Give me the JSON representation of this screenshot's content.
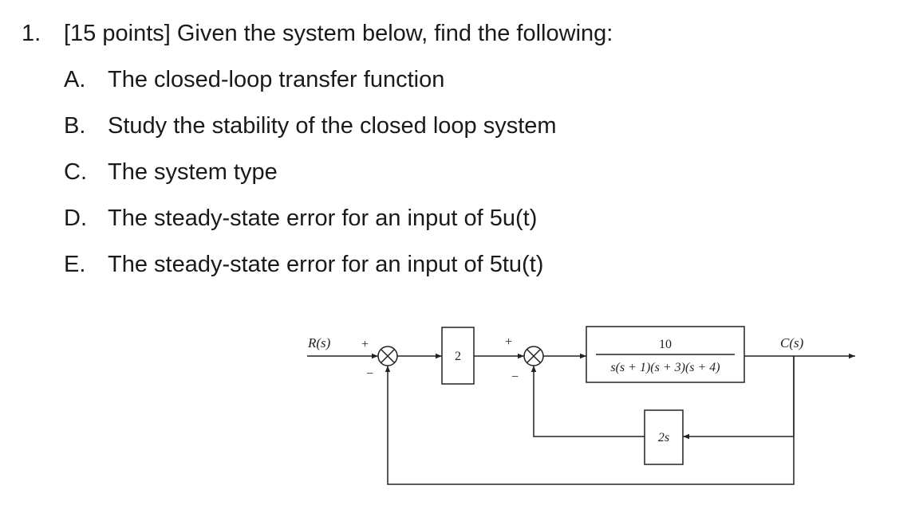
{
  "question": {
    "number": "1.",
    "text": "[15 points] Given the system below, find the following:",
    "items": [
      {
        "letter": "A.",
        "text": "The closed-loop transfer function"
      },
      {
        "letter": "B.",
        "text": "Study the stability of the closed loop system"
      },
      {
        "letter": "C.",
        "text": "The system type"
      },
      {
        "letter": "D.",
        "text": "The steady-state error for an input of 5u(t)"
      },
      {
        "letter": "E.",
        "text": "The steady-state error for an input of 5tu(t)"
      }
    ]
  },
  "diagram": {
    "input_label": "R(s)",
    "output_label": "C(s)",
    "plus_sign": "+",
    "minus_sign": "−",
    "gain_block": "2",
    "plant_numerator": "10",
    "plant_denominator": "s(s + 1)(s + 3)(s + 4)",
    "feedback_block": "2s"
  }
}
